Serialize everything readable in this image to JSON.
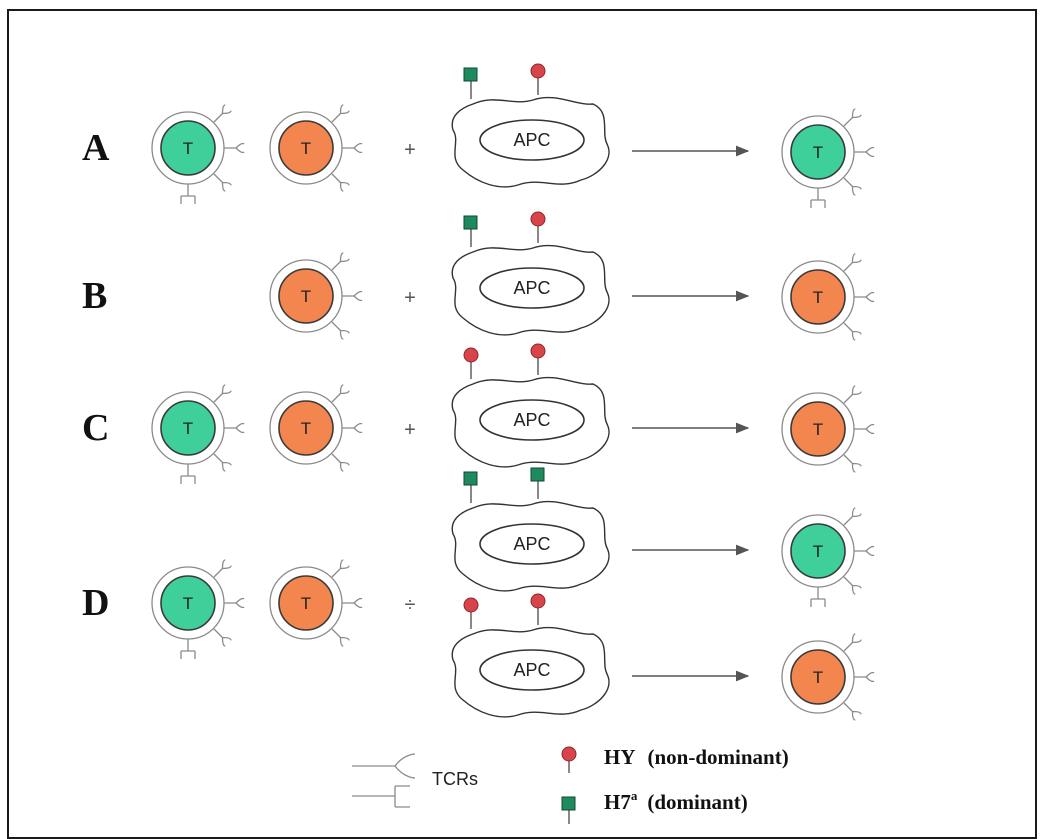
{
  "rows": [
    {
      "label": "A",
      "left_cells": [
        "green",
        "orange"
      ],
      "operator": "+",
      "apcs": [
        {
          "label": "APC",
          "antigens": [
            "H7a",
            "HY"
          ],
          "result": "green"
        }
      ]
    },
    {
      "label": "B",
      "left_cells": [
        "orange"
      ],
      "operator": "+",
      "apcs": [
        {
          "label": "APC",
          "antigens": [
            "H7a",
            "HY"
          ],
          "result": "orange"
        }
      ]
    },
    {
      "label": "C",
      "left_cells": [
        "green",
        "orange"
      ],
      "operator": "+",
      "apcs": [
        {
          "label": "APC",
          "antigens": [
            "HY",
            "HY"
          ],
          "result": "orange"
        }
      ]
    },
    {
      "label": "D",
      "left_cells": [
        "green",
        "orange"
      ],
      "operator": "÷",
      "apcs": [
        {
          "label": "APC",
          "antigens": [
            "H7a",
            "H7a"
          ],
          "result": "green"
        },
        {
          "label": "APC",
          "antigens": [
            "HY",
            "HY"
          ],
          "result": "orange"
        }
      ]
    }
  ],
  "cell_label": "T",
  "colors": {
    "green_cell": "#3ecf9a",
    "orange_cell": "#f2864e",
    "hy_marker": "#d9434a",
    "h7a_marker": "#1f8a5e"
  },
  "legend": {
    "tcrs": "TCRs",
    "hy_name": "HY",
    "hy_note": "(non-dominant)",
    "h7_name": "H7",
    "h7_sup": "a",
    "h7_note": "(dominant)"
  }
}
